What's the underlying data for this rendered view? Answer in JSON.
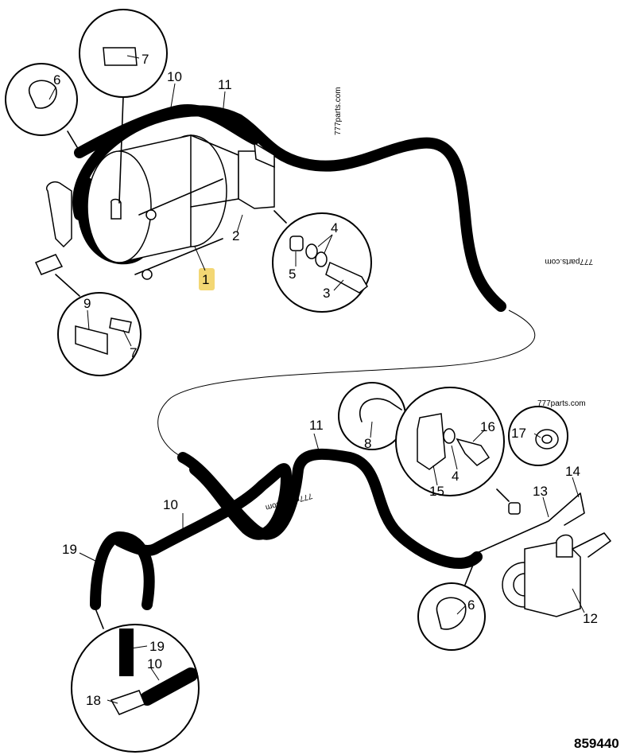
{
  "drawing_number": "859440",
  "watermark": "777parts.com",
  "highlight_color": "#f3d774",
  "callouts": {
    "c1": "1",
    "c2": "2",
    "c3": "3",
    "c4a": "4",
    "c4b": "4",
    "c5": "5",
    "c6a": "6",
    "c6b": "6",
    "c7a": "7",
    "c7b": "7",
    "c8": "8",
    "c9": "9",
    "c10a": "10",
    "c10b": "10",
    "c10c": "10",
    "c11a": "11",
    "c11b": "11",
    "c12": "12",
    "c13": "13",
    "c14": "14",
    "c15": "15",
    "c16": "16",
    "c17": "17",
    "c18": "18",
    "c19a": "19",
    "c19b": "19"
  },
  "icons": [
    "hose-clamp-icon",
    "elbow-fitting-icon",
    "tee-fitting-icon",
    "bolt-icon",
    "washer-icon",
    "nut-icon",
    "grommet-icon",
    "bracket-icon",
    "pump-icon"
  ]
}
